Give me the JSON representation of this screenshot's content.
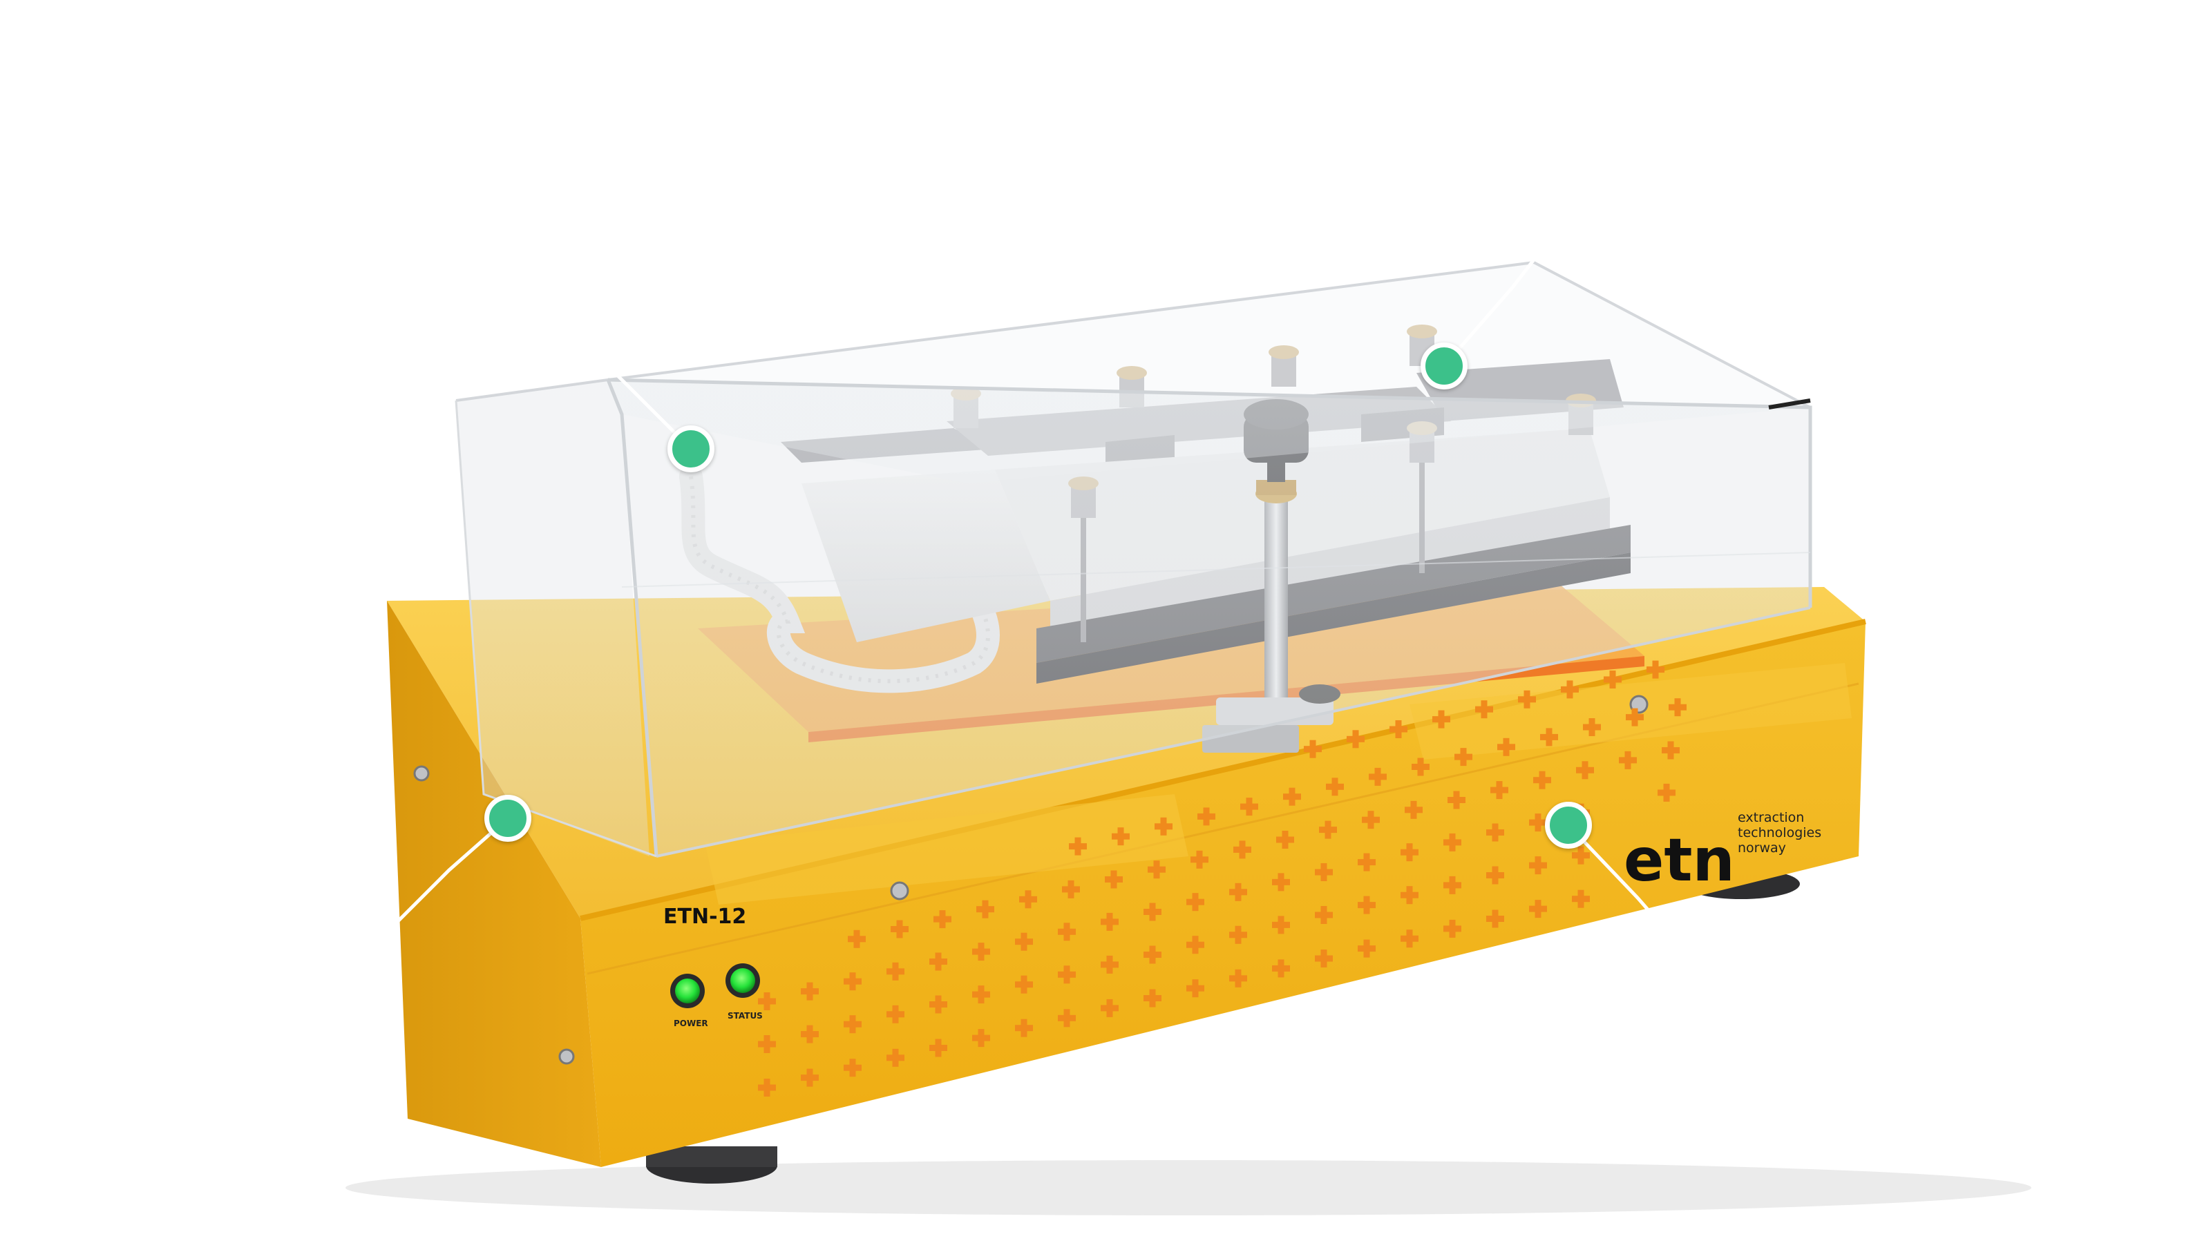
{
  "device": {
    "model_label": "ETN-12",
    "power_label": "POWER",
    "status_label": "STATUS",
    "brand_mark": "etn",
    "brand_lines": [
      "extraction",
      "technologies",
      "norway"
    ],
    "body_color": "#f2b51f",
    "accent_color": "#f08a1c",
    "led_color": "#25e23a"
  },
  "callouts": {
    "top_left": {
      "lines": [
        "",
        ""
      ]
    },
    "top_right": {
      "lines": [
        "",
        ""
      ]
    },
    "bottom_left": {
      "lines": [
        "",
        ""
      ]
    },
    "bottom_right": {
      "lines": [
        "",
        ""
      ]
    }
  },
  "hotspot_color": "#3cc18a",
  "hotspot_names": [
    "hotspot-top-left",
    "hotspot-top-right",
    "hotspot-bottom-left",
    "hotspot-bottom-right"
  ]
}
